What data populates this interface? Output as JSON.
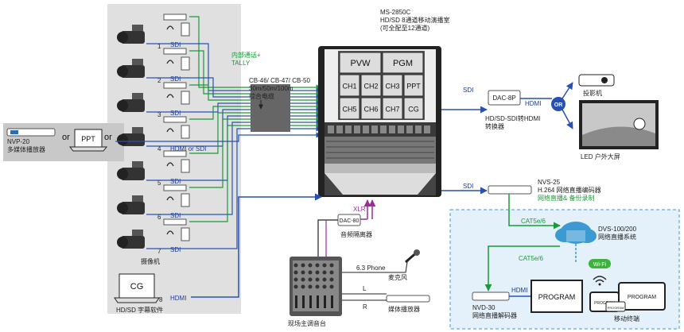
{
  "switcher": {
    "model": "MS-2850C",
    "desc1": "HD/SD 8通道移动演播室",
    "desc2": "(可全配至12通道)",
    "multiview": [
      "PVW",
      "PGM",
      "CH1",
      "CH2",
      "CH3",
      "PPT",
      "CH5",
      "CH6",
      "CH7",
      "CG"
    ]
  },
  "cable": {
    "line1": "CB-46/ CB-47/ CB-50",
    "line2": "30m/50m/100m",
    "line3": "综合电缆"
  },
  "intercom": {
    "line1": "内部通话+",
    "line2": "TALLY"
  },
  "cameras": {
    "numbers": [
      "1",
      "2",
      "3",
      "4",
      "5",
      "6",
      "7"
    ],
    "sdi": "SDI",
    "hdmi_or_sdi": "HDMI or SDI",
    "caption": "摄像机"
  },
  "sources": {
    "nvp_model": "NVP-20",
    "nvp_desc": "多媒体播放器",
    "ppt": "PPT",
    "or": "or"
  },
  "cg": {
    "screen": "CG",
    "desc": "HD/SD 字幕软件",
    "number": "8",
    "hdmi": "HDMI"
  },
  "audio": {
    "dac80": "DAC-80",
    "dac80_desc": "音频隔离器",
    "xlr": "XLR",
    "mixer": "现场主调音台",
    "phone": "6.3 Phone",
    "mic": "麦克风",
    "L": "L",
    "R": "R",
    "player": "媒体播放器"
  },
  "outputs": {
    "sdi": "SDI",
    "dac8p": "DAC-8P",
    "dac8p_desc1": "HD/SD-SDI转HDMI",
    "dac8p_desc2": "转换器",
    "hdmi": "HDMI",
    "or": "OR",
    "projector": "投影机",
    "led": "LED 户外大屏"
  },
  "encoder": {
    "model": "NVS-25",
    "desc": "H.264 网络直播编码器",
    "sub": "网络直播& 备份录制"
  },
  "stream": {
    "cat": "CAT5e/6",
    "model": "DVS-100/200",
    "desc": "网络直播系统",
    "wifi": "Wi-Fi"
  },
  "decoder": {
    "model": "NVD-30",
    "desc": "网络直播解码器",
    "hdmi": "HDMI",
    "program": "PROGRAM",
    "mobile": "移动终端"
  },
  "colors": {
    "sdi": "#2850b4",
    "intercom": "#1a9a3a",
    "xlr": "#9b2d9b",
    "stream_zone": "#3c9ad2"
  }
}
